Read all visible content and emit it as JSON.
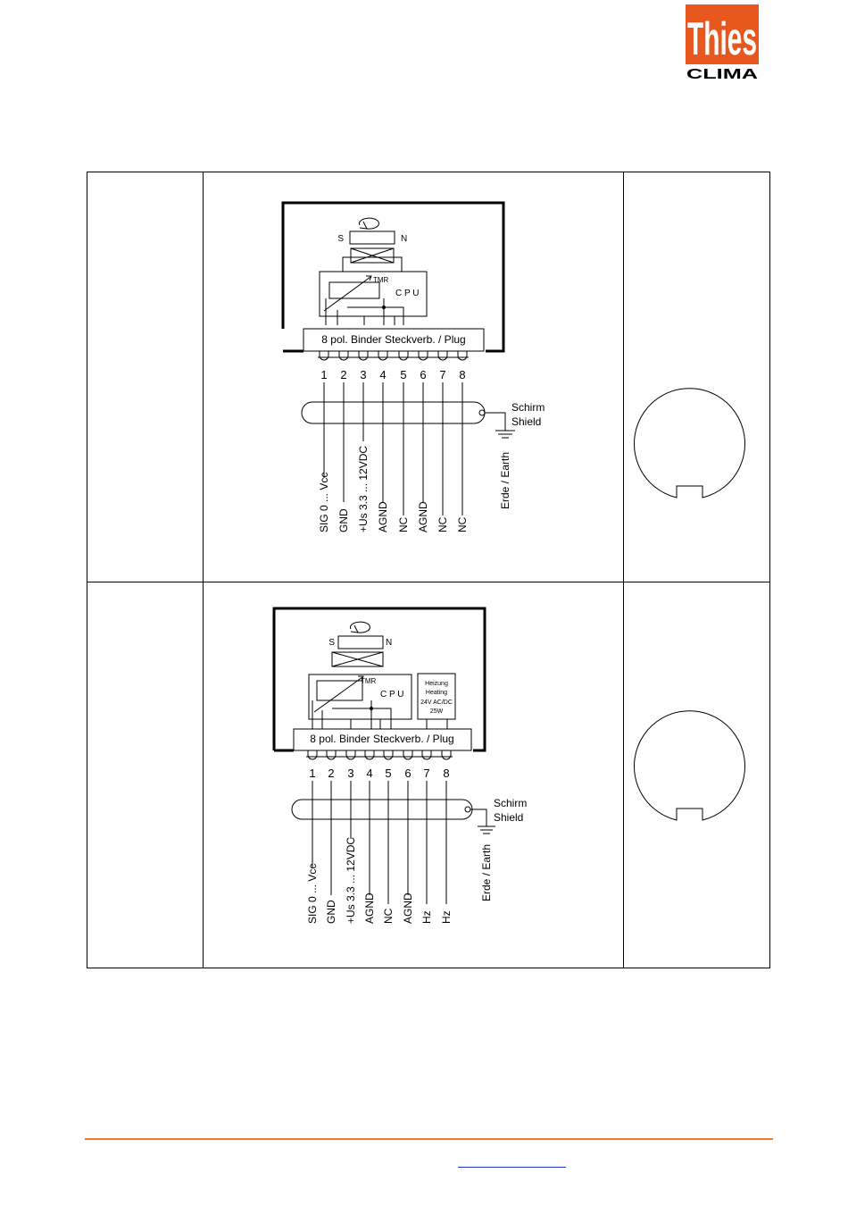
{
  "logo": {
    "word": "Thies",
    "sub": "CLIMA"
  },
  "colors": {
    "brand": "#E8571E",
    "footer_line": "#F07A2A",
    "link": "#2233CC"
  },
  "diagram1": {
    "magnet_s": "S",
    "magnet_n": "N",
    "tmr": "TMR",
    "cpu": "C P U",
    "plug": "8 pol.  Binder  Steckverb. / Plug",
    "pins": [
      "1",
      "2",
      "3",
      "4",
      "5",
      "6",
      "7",
      "8"
    ],
    "signals": [
      "SIG 0 ... Vcc",
      "GND",
      "+Us 3.3 ... 12VDC",
      "AGND",
      "NC",
      "AGND",
      "NC",
      "NC"
    ],
    "shield_de": "Schirm",
    "shield_en": "Shield",
    "earth": "Erde /  Earth"
  },
  "diagram2": {
    "magnet_s": "S",
    "magnet_n": "N",
    "tmr": "TMR",
    "cpu": "C P U",
    "heater": [
      "Heizung",
      "Heating",
      "24V AC/DC",
      "25W"
    ],
    "plug": "8 pol.  Binder  Steckverb. / Plug",
    "pins": [
      "1",
      "2",
      "3",
      "4",
      "5",
      "6",
      "7",
      "8"
    ],
    "signals": [
      "SIG 0 ... Vcc",
      "GND",
      "+Us 3.3 ... 12VDC",
      "AGND",
      "NC",
      "AGND",
      "Hz",
      "Hz"
    ],
    "shield_de": "Schirm",
    "shield_en": "Shield",
    "earth": "Erde /  Earth"
  }
}
